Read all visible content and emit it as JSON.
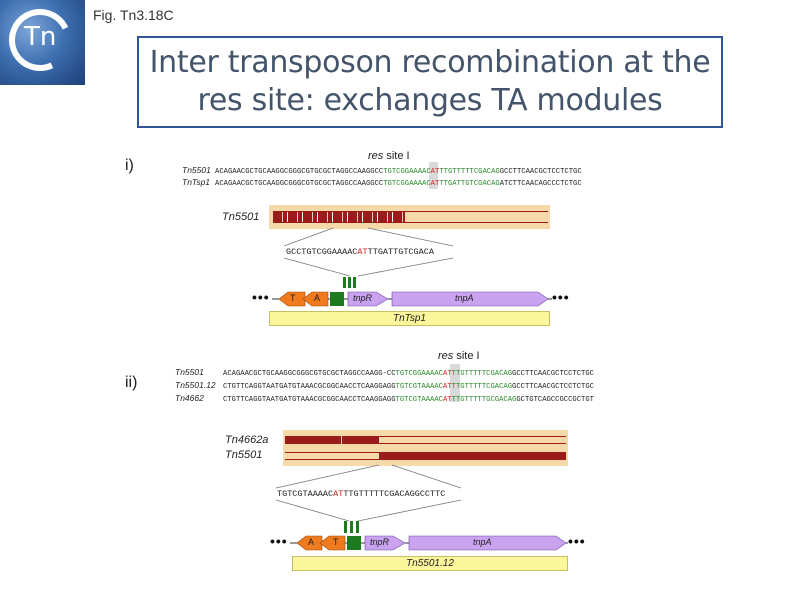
{
  "logo": {
    "text": "Tn"
  },
  "figure_label": "Fig. Tn3.18C",
  "title": "Inter transposon recombination at the\nres site: exchanges TA modules",
  "panel_i": {
    "label": "i)",
    "res_site_label_italic": "res",
    "res_site_label_rest": " site I",
    "seq_rows": [
      {
        "name": "Tn5501",
        "pre": "ACAGAACGCTGCAAGGCGGGCGTGCGCTAGGCCAAGGCC",
        "green1": "TGTCGGAAAAC",
        "red": "AT",
        "green2": "TTGTTTTTCGACAG",
        "post": "GCCTTCAACGCTCCTCTGC"
      },
      {
        "name": "TnTsp1",
        "pre": "ACAGAACGCTGCAAGGCGGGCGTGCGCTAGGCCAAGGCC",
        "green1": "TGTCGGAAAAC",
        "red": "AT",
        "green2": "TTGATTGTCGACAG",
        "post": "ATCTTCAACAGCCCTCTGC"
      }
    ],
    "bar_label": "Tn5501",
    "zoom_seq_pre": "GCCTGTCGGAAAAC",
    "zoom_seq_red": "AT",
    "zoom_seq_post": "TTGATTGTCGACA",
    "gene_labels": {
      "t": "T",
      "a": "A",
      "tnpR": "tnpR",
      "tnpA": "tnpA"
    },
    "dots": "•••",
    "element_label": "TnTsp1"
  },
  "panel_ii": {
    "label": "ii)",
    "res_site_label_italic": "res",
    "res_site_label_rest": " site I",
    "seq_rows": [
      {
        "name": "Tn5501",
        "pre": "ACAGAACGCTGCAAGGCGGGCGTGCGCTAGGCCAAGG-CC",
        "green1": "TGTCGGAAAAC",
        "red": "AT",
        "green2": "TTGTTTTTCGACAG",
        "post": "GCCTTCAACGCTCCTCTGC"
      },
      {
        "name": "Tn5501.12",
        "pre": "CTGTTCAGGTAATGATGTAAACGCGGCAACCTCAAGGAGG",
        "green1": "TGTCGTAAAAC",
        "red": "AT",
        "green2": "TTGTTTTTCGACAG",
        "post": "GCCTTCAACGCTCCTCTGC"
      },
      {
        "name": "Tn4662",
        "pre": "CTGTTCAGGTAATGATGTAAACGCGGCAACCTCAAGGAGG",
        "green1": "TGTCGTAAAAC",
        "red": "AT",
        "green2": "TTGTTTTTGCGACAG",
        "post": "GCTGTCAGCCGCCGCTGT"
      }
    ],
    "bar_labels": [
      "Tn4662a",
      "Tn5501"
    ],
    "zoom_seq_pre": "TGTCGTAAAAC",
    "zoom_seq_red": "AT",
    "zoom_seq_post": "TTGTTTTTCGACAGGCCTTC",
    "gene_labels": {
      "a": "A",
      "t": "T",
      "tnpR": "tnpR",
      "tnpA": "tnpA"
    },
    "dots": "•••",
    "element_label": "Tn5501.12"
  },
  "colors": {
    "title_border": "#2f5597",
    "title_text": "#44546a",
    "green_motif": "#2a8a2a",
    "red_dinucleotide": "#d32020",
    "tn_bar_dark": "#9b1b1b",
    "tn_bar_light": "#f6d9a8",
    "orange_gene": "#f07a1e",
    "green_box": "#1e7a1e",
    "purple_gene": "#c9a3ef",
    "yellow_band": "#fbf59b"
  }
}
